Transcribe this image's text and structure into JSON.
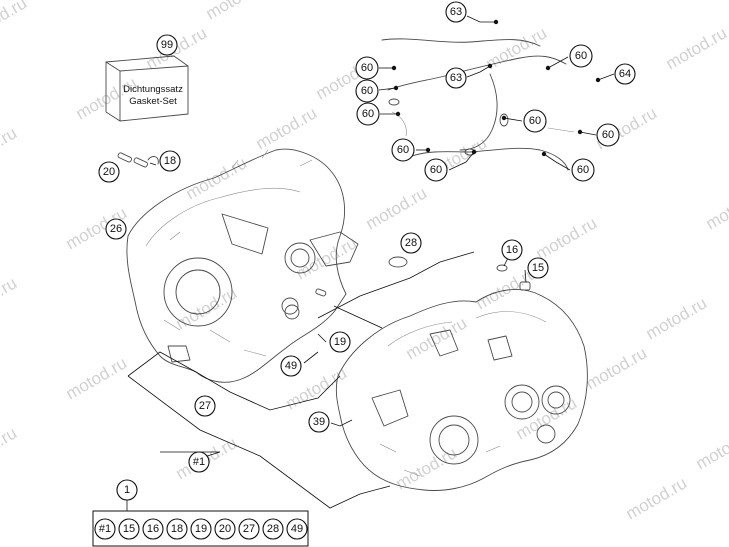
{
  "watermark": "motod.ru",
  "gasket_box": {
    "line1": "Dichtungssatz",
    "line2": "Gasket-Set"
  },
  "callouts": {
    "c99": "99",
    "c63a": "63",
    "c63b": "63",
    "c60a": "60",
    "c60b": "60",
    "c60c": "60",
    "c60d": "60",
    "c60e": "60",
    "c60f": "60",
    "c60g": "60",
    "c60h": "60",
    "c60i": "60",
    "c64": "64",
    "c18": "18",
    "c20": "20",
    "c26": "26",
    "c28": "28",
    "c16": "16",
    "c15": "15",
    "c19": "19",
    "c49": "49",
    "c27": "27",
    "c39": "39",
    "c1hash": "#1",
    "c1": "1"
  },
  "kit_items": [
    "#1",
    "15",
    "16",
    "18",
    "19",
    "20",
    "27",
    "28",
    "49"
  ]
}
